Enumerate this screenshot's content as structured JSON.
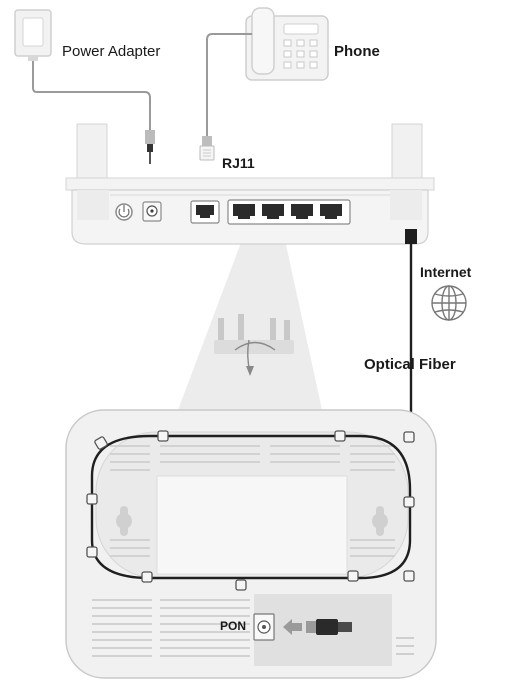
{
  "labels": {
    "power_adapter": "Power Adapter",
    "phone": "Phone",
    "rj11": "RJ11",
    "internet": "Internet",
    "optical_fiber": "Optical Fiber",
    "pon": "PON"
  },
  "icons": {
    "power_adapter": "power-adapter-icon",
    "phone": "telephone-icon",
    "internet": "globe-icon",
    "rotate": "rotate-router-icon"
  },
  "colors": {
    "device_fill": "#f0f0f0",
    "device_stroke": "#c8c8c8",
    "cable": "#222222",
    "panel_fill": "#e4e4e4",
    "beam_fill": "#ebebeb"
  }
}
